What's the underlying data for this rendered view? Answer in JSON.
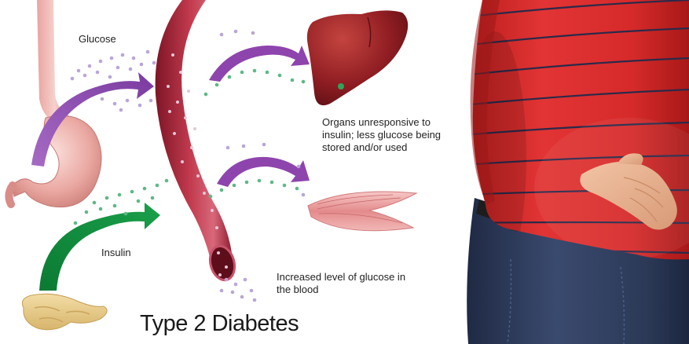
{
  "diagram": {
    "labels": {
      "glucose": "Glucose",
      "insulin": "Insulin",
      "organs": "Organs unresponsive to insulin; less glucose being stored and/or used",
      "blood": "Increased level of glucose in the blood"
    },
    "title": "Type 2 Diabetes",
    "colors": {
      "glucose_arrow": "#8e44ad",
      "insulin_arrow": "#0f8a3c",
      "vessel": "#a8243a",
      "glucose_dot": "#b9a6d6",
      "insulin_dot": "#5fb884",
      "liver": "#8f1d22",
      "muscle": "#e89a9a",
      "stomach": "#eeaaa6",
      "pancreas": "#e8c98a"
    }
  },
  "photo": {
    "subject": "man in red striped shirt holding belly",
    "colors": {
      "shirt": "#d72a2a",
      "stripes": "#2b2a4a",
      "jeans": "#2c3a58",
      "belt": "#1d1d1d",
      "skin": "#e9b593"
    }
  }
}
